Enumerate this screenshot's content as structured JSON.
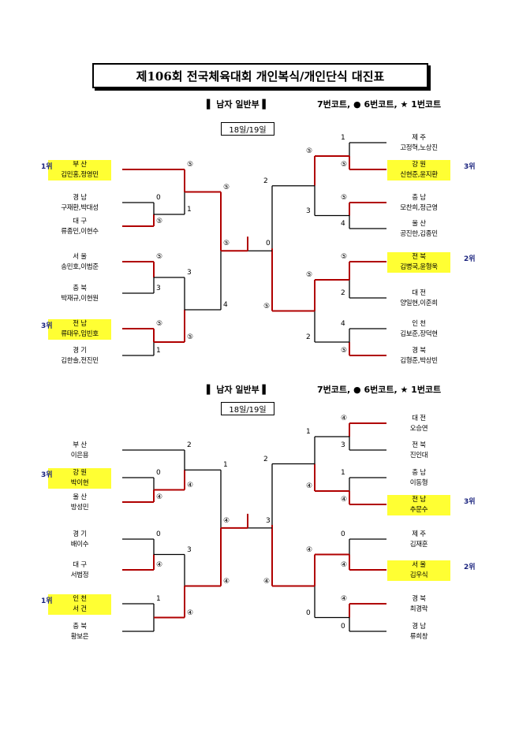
{
  "title": "제106회 전국체육대회 개인복식/개인단식 대진표",
  "colors": {
    "win": "#b00000",
    "line": "#000000",
    "highlight": "#ffff33",
    "rank": "#1a237e"
  },
  "icons": {
    "court6": "black-circle-icon",
    "court1": "black-star-icon"
  },
  "brackets": [
    {
      "division": "▌ 남자 일반부 ▌",
      "courts": "7번코트, ● 6번코트, ★ 1번코트",
      "date": "18일/19일",
      "left_teams": [
        {
          "region": "부 산",
          "players": "김민홍,정영민",
          "rank": "1위",
          "highlight": true
        },
        {
          "region": "경 남",
          "players": "구재환,박대성",
          "rank": "",
          "highlight": false
        },
        {
          "region": "대 구",
          "players": "류종민,이현수",
          "rank": "",
          "highlight": false
        },
        {
          "region": "서 울",
          "players": "송민호,이범준",
          "rank": "",
          "highlight": false
        },
        {
          "region": "충 북",
          "players": "박재규,이현원",
          "rank": "",
          "highlight": false
        },
        {
          "region": "전 남",
          "players": "류태우,임빈호",
          "rank": "3위",
          "highlight": true
        },
        {
          "region": "경 기",
          "players": "김한솔,전진민",
          "rank": "",
          "highlight": false
        }
      ],
      "right_teams": [
        {
          "region": "제 주",
          "players": "고정혁,노상진",
          "rank": "",
          "highlight": false
        },
        {
          "region": "강 원",
          "players": "신현준,윤지환",
          "rank": "3위",
          "highlight": true
        },
        {
          "region": "충 남",
          "players": "모찬희,정근영",
          "rank": "",
          "highlight": false
        },
        {
          "region": "울 산",
          "players": "공진한,김종민",
          "rank": "",
          "highlight": false
        },
        {
          "region": "전 북",
          "players": "김병국,윤형욱",
          "rank": "2위",
          "highlight": true
        },
        {
          "region": "대 전",
          "players": "양일현,이준희",
          "rank": "",
          "highlight": false
        },
        {
          "region": "인 천",
          "players": "김보준,장덕현",
          "rank": "",
          "highlight": false
        },
        {
          "region": "경 북",
          "players": "김형준,박상빈",
          "rank": "",
          "highlight": false
        }
      ],
      "scores": {
        "l_r1": [
          "⑤",
          "0",
          "⑤",
          "⑤",
          "3",
          "⑤",
          "1"
        ],
        "l_r2": [
          "⑤",
          "1",
          "3",
          "⑤"
        ],
        "l_r3": [
          "⑤",
          "4"
        ],
        "l_sf": "⑤",
        "r_sf": "0",
        "r_r3": [
          "2",
          "⑤"
        ],
        "r_r2": [
          "⑤",
          "3",
          "⑤",
          "2"
        ],
        "r_r1": [
          "1",
          "⑤",
          "⑤",
          "4",
          "⑤",
          "2",
          "4",
          "⑤"
        ]
      }
    },
    {
      "division": "▌ 남자 일반부 ▌",
      "courts": "7번코트, ● 6번코트, ★ 1번코트",
      "date": "18일/19일",
      "left_teams": [
        {
          "region": "부 산",
          "players": "이은용",
          "rank": "",
          "highlight": false
        },
        {
          "region": "강 원",
          "players": "박이현",
          "rank": "3위",
          "highlight": true
        },
        {
          "region": "울 산",
          "players": "방성민",
          "rank": "",
          "highlight": false
        },
        {
          "region": "경 기",
          "players": "배이수",
          "rank": "",
          "highlight": false
        },
        {
          "region": "대 구",
          "players": "서범정",
          "rank": "",
          "highlight": false
        },
        {
          "region": "인 천",
          "players": "서 건",
          "rank": "1위",
          "highlight": true
        },
        {
          "region": "충 북",
          "players": "황보은",
          "rank": "",
          "highlight": false
        }
      ],
      "right_teams": [
        {
          "region": "대 전",
          "players": "오승연",
          "rank": "",
          "highlight": false
        },
        {
          "region": "전 북",
          "players": "진인대",
          "rank": "",
          "highlight": false
        },
        {
          "region": "충 남",
          "players": "이동형",
          "rank": "",
          "highlight": false
        },
        {
          "region": "전 남",
          "players": "추문수",
          "rank": "3위",
          "highlight": true
        },
        {
          "region": "제 주",
          "players": "김재훈",
          "rank": "",
          "highlight": false
        },
        {
          "region": "서 울",
          "players": "김우식",
          "rank": "2위",
          "highlight": true
        },
        {
          "region": "경 북",
          "players": "최경락",
          "rank": "",
          "highlight": false
        },
        {
          "region": "경 남",
          "players": "류희창",
          "rank": "",
          "highlight": false
        }
      ],
      "scores": {
        "l_r1": [
          "④",
          "0",
          "④",
          "0",
          "④",
          "1"
        ],
        "l_r2": [
          "2",
          "④",
          "3",
          "④"
        ],
        "l_r3": [
          "1",
          "④"
        ],
        "l_sf": "④",
        "r_sf": "3",
        "r_r3": [
          "2",
          "④"
        ],
        "r_r2": [
          "1",
          "④",
          "④",
          "0"
        ],
        "r_r1": [
          "④",
          "3",
          "1",
          "④",
          "0",
          "④",
          "④",
          "0"
        ]
      }
    }
  ]
}
